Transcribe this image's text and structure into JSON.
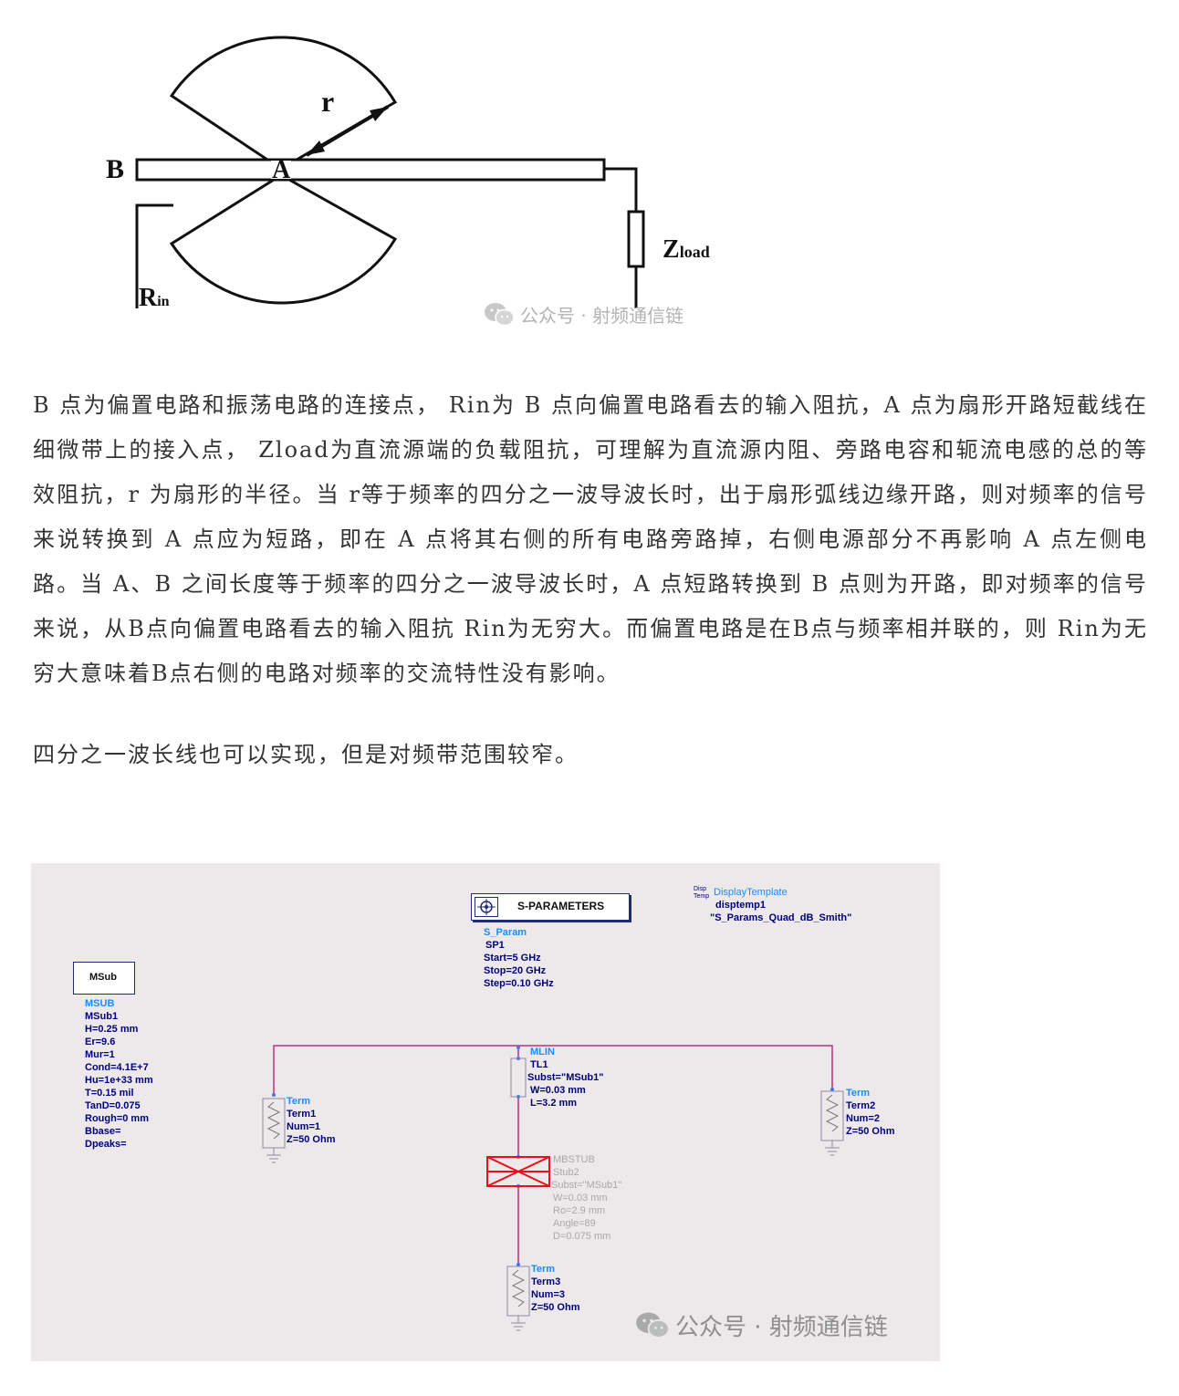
{
  "figure1": {
    "label_b": "B",
    "label_a": "A",
    "label_r": "r",
    "label_rin_main": "R",
    "label_rin_sub": "in",
    "label_zload_main": "Z",
    "label_zload_sub": "load"
  },
  "watermark": {
    "text": "公众号 · 射频通信链"
  },
  "article": {
    "paragraph1": "B 点为偏置电路和振荡电路的连接点， Rin为 B 点向偏置电路看去的输入阻抗，A 点为扇形开路短截线在细微带上的接入点， Zload为直流源端的负载阻抗，可理解为直流源内阻、旁路电容和轭流电感的总的等效阻抗，r 为扇形的半径。当 r等于频率的四分之一波导波长时，出于扇形弧线边缘开路，则对频率的信号来说转换到 A 点应为短路，即在 A 点将其右侧的所有电路旁路掉，右侧电源部分不再影响 A 点左侧电路。当 A、B 之间长度等于频率的四分之一波导波长时，A 点短路转换到 B 点则为开路，即对频率的信号来说，从B点向偏置电路看去的输入阻抗 Rin为无穷大。而偏置电路是在B点与频率相并联的，则 Rin为无穷大意味着B点右侧的电路对频率的交流特性没有影响。",
    "paragraph2": "四分之一波长线也可以实现，但是对频带范围较窄。"
  },
  "schematic": {
    "sparam_box_label": "S-PARAMETERS",
    "sparam": {
      "type": "S_Param",
      "name": "SP1",
      "start": "Start=5 GHz",
      "stop": "Stop=20 GHz",
      "step": "Step=0.10 GHz"
    },
    "display_template": {
      "icon_top": "Disp",
      "icon_bottom": "Temp",
      "type": "DisplayTemplate",
      "name": "disptemp1",
      "value": "\"S_Params_Quad_dB_Smith\""
    },
    "msub_box_label": "MSub",
    "msub": {
      "type": "MSUB",
      "name": "MSub1",
      "params": [
        "H=0.25 mm",
        "Er=9.6",
        "Mur=1",
        "Cond=4.1E+7",
        "Hu=1e+33 mm",
        "T=0.15 mil",
        "TanD=0.075",
        "Rough=0 mm",
        "Bbase=",
        "Dpeaks="
      ]
    },
    "mlin": {
      "type": "MLIN",
      "name": "TL1",
      "params": [
        "Subst=\"MSub1\"",
        "W=0.03 mm",
        "L=3.2 mm"
      ]
    },
    "mbstub": {
      "type": "MBSTUB",
      "name": "Stub2",
      "params": [
        "Subst=\"MSub1\"",
        "W=0.03 mm",
        "Ro=2.9 mm",
        "Angle=89",
        "D=0.075 mm"
      ]
    },
    "term1": {
      "type": "Term",
      "name": "Term1",
      "params": [
        "Num=1",
        "Z=50 Ohm"
      ]
    },
    "term2": {
      "type": "Term",
      "name": "Term2",
      "params": [
        "Num=2",
        "Z=50 Ohm"
      ]
    },
    "term3": {
      "type": "Term",
      "name": "Term3",
      "params": [
        "Num=3",
        "Z=50 Ohm"
      ]
    },
    "colors": {
      "wire": "#c0307a",
      "text": "#00007a",
      "type_text": "#1a8cff",
      "stub": "#e8101a",
      "inactive": "#a8a8a8"
    }
  }
}
